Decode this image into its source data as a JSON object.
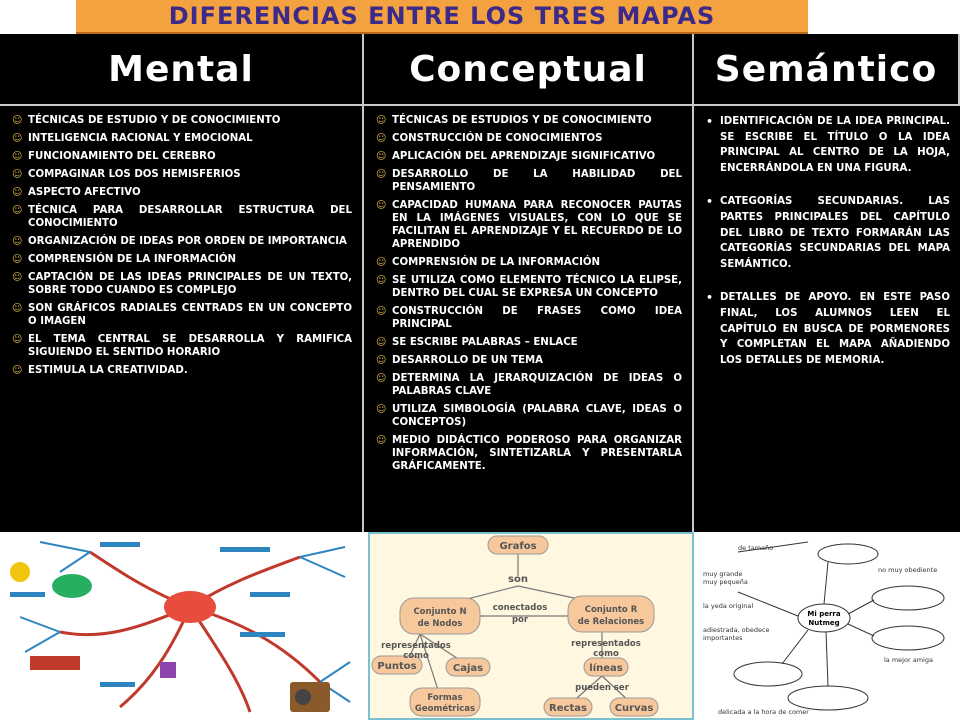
{
  "title": "DIFERENCIAS ENTRE LOS TRES MAPAS",
  "columns": [
    {
      "header": "Mental",
      "items": [
        "TÉCNICAS DE ESTUDIO Y DE CONOCIMIENTO",
        "INTELIGENCIA RACIONAL Y EMOCIONAL",
        "FUNCIONAMIENTO DEL CEREBRO",
        "COMPAGINAR LOS DOS HEMISFERIOS",
        "ASPECTO AFECTIVO",
        "TÉCNICA PARA DESARROLLAR ESTRUCTURA DEL CONOCIMIENTO",
        "ORGANIZACIÓN DE IDEAS POR ORDEN DE IMPORTANCIA",
        "COMPRENSIÓN DE LA INFORMACIÓN",
        "CAPTACIÓN DE LAS IDEAS PRINCIPALES DE UN TEXTO, SOBRE TODO CUANDO ES COMPLEJO",
        "SON GRÁFICOS RADIALES CENTRADS EN UN CONCEPTO O IMAGEN",
        "EL TEMA CENTRAL SE DESARROLLA Y RAMIFICA SIGUIENDO EL SENTIDO HORARIO",
        "ESTIMULA LA CREATIVIDAD."
      ]
    },
    {
      "header": "Conceptual",
      "items": [
        "TÉCNICAS DE ESTUDIOS Y DE CONOCIMIENTO",
        "CONSTRUCCIÓN DE CONOCIMIENTOS",
        "APLICACIÓN DEL APRENDIZAJE SIGNIFICATIVO",
        "DESARROLLO DE LA HABILIDAD DEL PENSAMIENTO",
        "CAPACIDAD HUMANA PARA RECONOCER PAUTAS EN LA IMÁGENES VISUALES, CON LO QUE SE FACILITAN EL APRENDIZAJE Y EL RECUERDO DE LO APRENDIDO",
        "COMPRENSIÓN DE LA INFORMACIÓN",
        "SE UTILIZA COMO ELEMENTO TÉCNICO LA ELIPSE, DENTRO DEL CUAL SE EXPRESA UN CONCEPTO",
        "CONSTRUCCIÓN DE FRASES COMO IDEA PRINCIPAL",
        "SE ESCRIBE PALABRAS – ENLACE",
        "DESARROLLO DE UN TEMA",
        "DETERMINA LA JERARQUIZACIÓN DE IDEAS O PALABRAS CLAVE",
        "UTILIZA SIMBOLOGÍA (PALABRA CLAVE, IDEAS O CONCEPTOS)",
        "MEDIO DIDÁCTICO PODEROSO PARA ORGANIZAR INFORMACIÓN, SINTETIZARLA Y PRESENTARLA GRÁFICAMENTE."
      ]
    },
    {
      "header": "Semántico",
      "items": [
        "IDENTIFICACIÓN DE LA IDEA PRINCIPAL. SE ESCRIBE EL TÍTULO O LA IDEA PRINCIPAL AL CENTRO DE LA HOJA, ENCERRÁNDOLA EN UNA FIGURA.",
        "CATEGORÍAS SECUNDARIAS. LAS PARTES PRINCIPALES DEL CAPÍTULO DEL LIBRO DE TEXTO FORMARÁN LAS CATEGORÍAS SECUNDARIAS DEL MAPA SEMÁNTICO.",
        "DETALLES DE APOYO. EN ESTE PASO FINAL, LOS ALUMNOS LEEN EL CAPÍTULO EN BUSCA DE PORMENORES Y COMPLETAN EL MAPA AÑADIENDO LOS DETALLES DE MEMORIA."
      ]
    }
  ],
  "bullets": {
    "col1": "☺",
    "col2": "☺",
    "col3": "•"
  },
  "concept_map": {
    "top": "Grafos",
    "link1": "son",
    "left": "Conjunto N de Nodos",
    "middle": "conectados por",
    "right": "Conjunto R de Relaciones",
    "rep_left": "representados como",
    "rep_right": "representados como",
    "n1": "Puntos",
    "n2": "Cajas",
    "n3": "líneas",
    "n4": "Formas Geométricas",
    "pueden": "pueden ser",
    "n5": "Rectas",
    "n6": "Curvas"
  },
  "semantic_map": {
    "center": "Mi perra Nutmeg"
  },
  "colors": {
    "title_bg": "#f4a13f",
    "title_text": "#3b2a8a",
    "table_bg": "#000000",
    "table_text": "#ffffff",
    "grid_lines": "#c9c9c9"
  }
}
